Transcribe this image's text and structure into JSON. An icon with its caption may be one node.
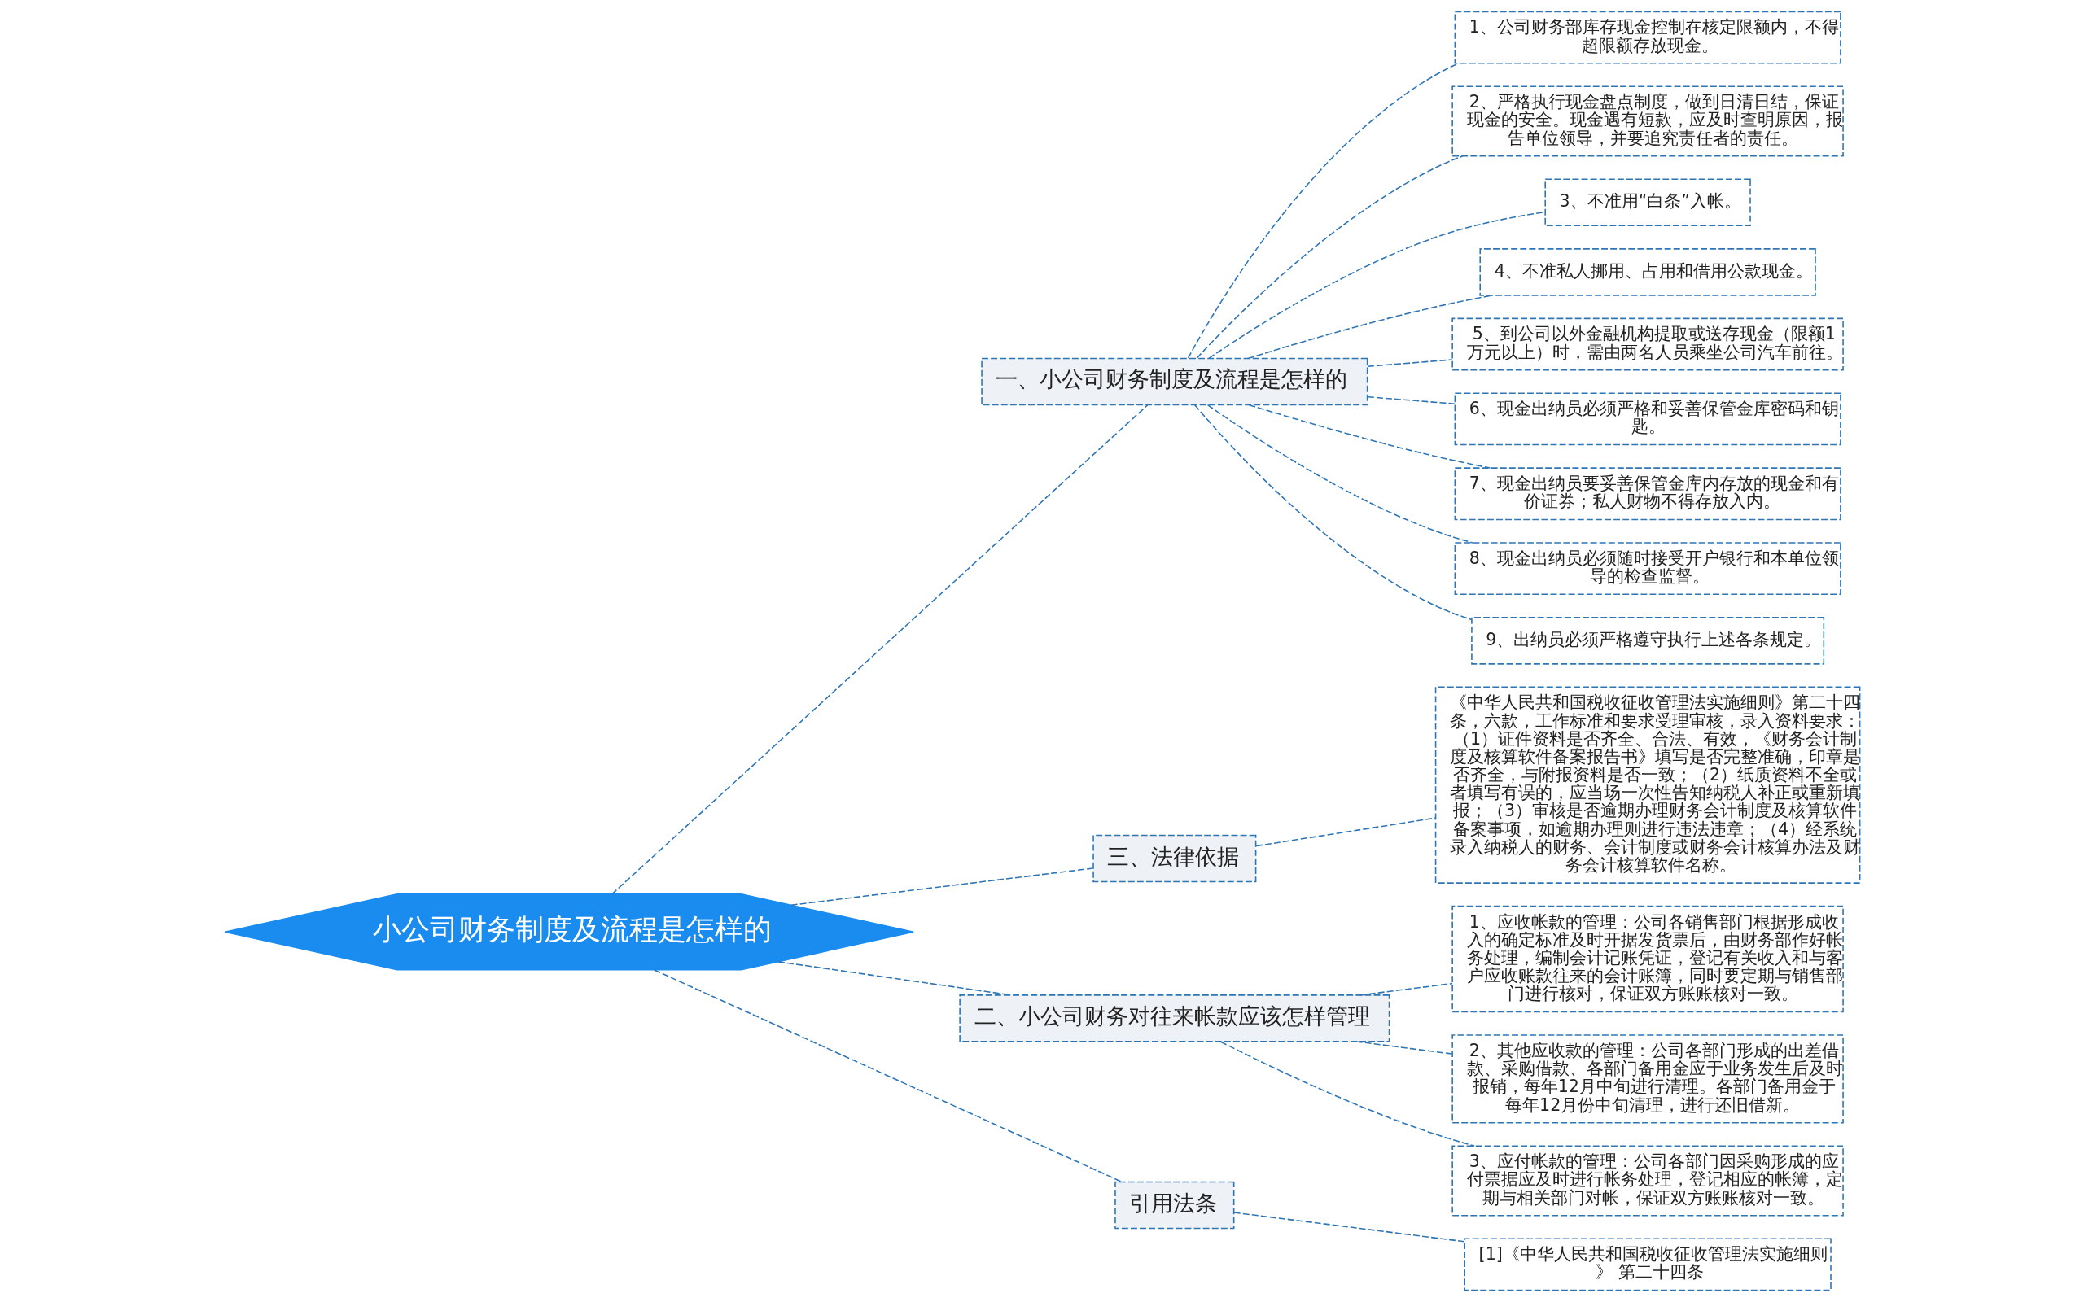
{
  "diagram": {
    "nodes": [
      {
        "text": [
          "小公司财务制度及流程是怎样的"
        ]
      },
      {
        "text": [
          "一、小公司财务制度及流程是怎样的"
        ]
      },
      {
        "text": [
          "1、公司财务部库存现金控制在核定限额内，不得超限额存放现金。"
        ]
      },
      {
        "text": [
          "2、严格执行现金盘点制度，做到日清日结，保证现金的安全。现金遇有短款，应及时查明原因，报告单位领导，并要追究责任者的责任。"
        ]
      },
      {
        "text": [
          "3、不准用“白条”入帐。"
        ]
      },
      {
        "text": [
          "4、不准私人挪用、占用和借用公款现金。"
        ]
      },
      {
        "text": [
          "5、到公司以外金融机构提取或送存现金（限额1万元以上）时，需由两名人员乘坐公司汽车前往。"
        ]
      },
      {
        "text": [
          "6、现金出纳员必须严格和妥善保管金库密码和钥匙。"
        ]
      },
      {
        "text": [
          "7、现金出纳员要妥善保管金库内存放的现金和有价证券；私人财物不得存放入内。"
        ]
      },
      {
        "text": [
          "8、现金出纳员必须随时接受开户银行和本单位领导的检查监督。"
        ]
      },
      {
        "text": [
          "9、出纳员必须严格遵守执行上述各条规定。"
        ]
      },
      {
        "text": [
          "三、法律依据"
        ]
      },
      {
        "text": [
          "《中华人民共和国税收征收管理法实施细则》第二十四条，六款，工作标准和要求受理审核，录入资料要求：（1）证件资料是否齐全、合法、有效，《财务会计制度及核算软件备案报告书》填写是否完整准确，印章是否齐全，与附报资料是否一致；（2）纸质资料不全或者填写有误的，应当场一次性告知纳税人补正或重新填报；（3）审核是否逾期办理财务会计制度及核算软件备案事项，如逾期办理则进行违法违章；（4）经系统录入纳税人的财务、会计制度或财务会计核算办法及财务会计核算软件名称。"
        ]
      },
      {
        "text": [
          "二、小公司财务对往来帐款应该怎样管理"
        ]
      },
      {
        "text": [
          "1、应收帐款的管理：公司各销售部门根据形成收入的确定标准及时开据发货票后，由财务部作好帐务处理，编制会计记账凭证，登记有关收入和与客户应收账款往来的会计账簿，同时要定期与销售部门进行核对，保证双方账账核对一致。"
        ]
      },
      {
        "text": [
          "2、其他应收款的管理：公司各部门形成的出差借款、采购借款、各部门备用金应于业务发生后及时报销，每年12月中旬进行清理。各部门备用金于每年12月份中旬清理，进行还旧借新。"
        ]
      },
      {
        "text": [
          "3、应付帐款的管理：公司各部门因采购形成的应付票据应及时进行帐务处理，登记相应的帐簿，定期与相关部门对帐，保证双方账账核对一致。"
        ]
      },
      {
        "text": [
          "引用法条"
        ]
      },
      {
        "text": [
          "[1]《中华人民共和国税收征收管理法实施细则》 第二十四条"
        ]
      }
    ],
    "edges": [
      {
        "from": 0,
        "to": 1,
        "arrow": "none",
        "style": "dashed"
      },
      {
        "from": 1,
        "to": 2,
        "arrow": "none",
        "style": "dashed"
      },
      {
        "from": 1,
        "to": 3,
        "arrow": "none",
        "style": "dashed"
      },
      {
        "from": 1,
        "to": 4,
        "arrow": "none",
        "style": "dashed"
      },
      {
        "from": 1,
        "to": 5,
        "arrow": "none",
        "style": "dashed"
      },
      {
        "from": 1,
        "to": 6,
        "arrow": "none",
        "style": "dashed"
      },
      {
        "from": 1,
        "to": 7,
        "arrow": "none",
        "style": "dashed"
      },
      {
        "from": 1,
        "to": 8,
        "arrow": "none",
        "style": "dashed"
      },
      {
        "from": 1,
        "to": 9,
        "arrow": "none",
        "style": "dashed"
      },
      {
        "from": 1,
        "to": 10,
        "arrow": "none",
        "style": "dashed"
      },
      {
        "from": 0,
        "to": 11,
        "arrow": "none",
        "style": "dashed"
      },
      {
        "from": 11,
        "to": 12,
        "arrow": "none",
        "style": "dashed"
      },
      {
        "from": 0,
        "to": 13,
        "arrow": "none",
        "style": "dashed"
      },
      {
        "from": 13,
        "to": 14,
        "arrow": "none",
        "style": "dashed"
      },
      {
        "from": 13,
        "to": 15,
        "arrow": "none",
        "style": "dashed"
      },
      {
        "from": 13,
        "to": 16,
        "arrow": "none",
        "style": "dashed"
      },
      {
        "from": 0,
        "to": 17,
        "arrow": "none",
        "style": "dashed"
      },
      {
        "from": 17,
        "to": 18,
        "arrow": "none",
        "style": "dashed"
      }
    ]
  }
}
